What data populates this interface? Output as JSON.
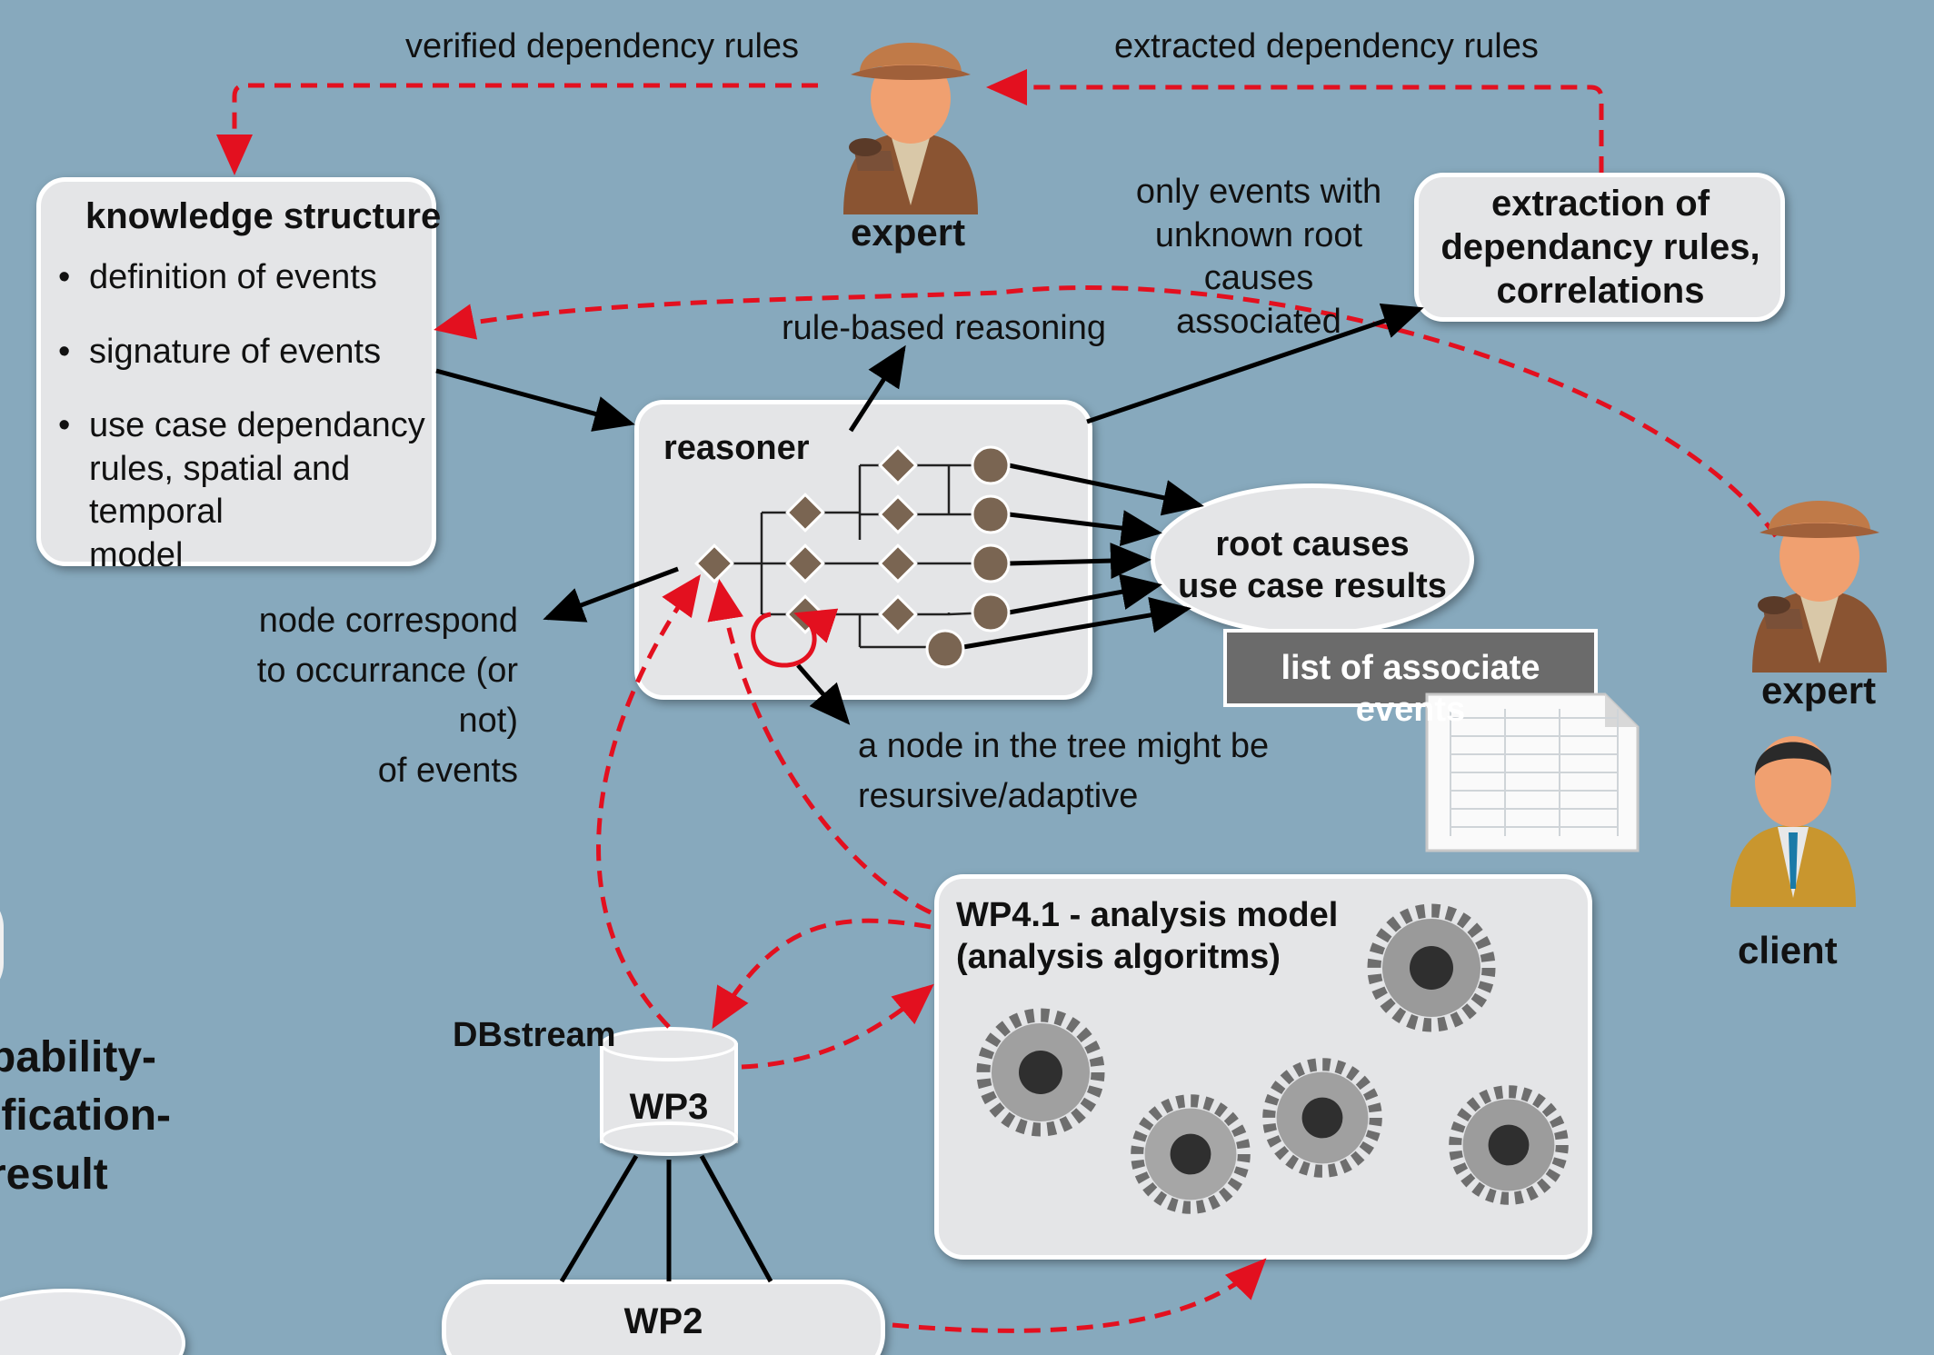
{
  "flow_labels": {
    "verified": "verified dependency rules",
    "extracted": "extracted dependency rules",
    "unknown_causes": "only events with\nunknown root\ncauses associated",
    "rule_reasoning": "rule-based reasoning",
    "node_events": "node correspond\nto occurrance (or not)\nof events",
    "recursive": "a node in the tree might be\nresursive/adaptive"
  },
  "actors": {
    "expert_top": "expert",
    "expert_right": "expert",
    "client": "client"
  },
  "knowledge": {
    "title": "knowledge structure",
    "items": [
      "definition of events",
      "signature of events",
      "use case dependancy\nrules, spatial and temporal\nmodel"
    ]
  },
  "extraction": {
    "title": "extraction of\ndependancy rules,\ncorrelations"
  },
  "reasoner": {
    "title": "reasoner"
  },
  "root_causes": {
    "label": "root causes\nuse case results"
  },
  "events_list": {
    "label": "list of associate events"
  },
  "analysis": {
    "title": "WP4.1 - analysis model\n(analysis algoritms)"
  },
  "db": {
    "title": "DBstream",
    "label": "WP3"
  },
  "wp2": {
    "label": "WP2"
  },
  "left_cut": {
    "label": "bability-\nification-\nresult"
  },
  "colors": {
    "background": "#87a9bd",
    "box": "#e4e5e7",
    "dashed": "#e3101f",
    "node": "#7a6552",
    "dark_label": "#6b6b6b"
  },
  "icons": {
    "person": "expert-figure-icon",
    "client": "client-figure-icon",
    "gear": "gear-icon",
    "spreadsheet": "spreadsheet-icon"
  }
}
